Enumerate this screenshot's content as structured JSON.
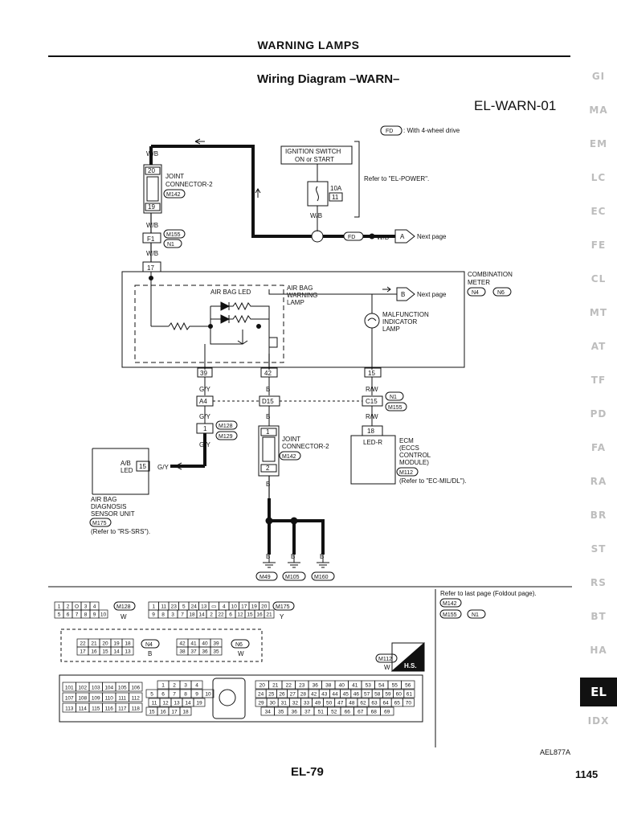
{
  "header": {
    "title": "WARNING LAMPS",
    "subtitle": "Wiring Diagram –WARN–",
    "code": "EL-WARN-01"
  },
  "legend": {
    "badge": "FD",
    "text": ": With 4-wheel drive"
  },
  "ignition": {
    "line1": "IGNITION SWITCH",
    "line2": "ON or START",
    "refer": "Refer to \"EL-POWER\".",
    "fuse_amp": "10A",
    "fuse_no": "11",
    "wire": "W/B"
  },
  "joint2_top": {
    "wire_in": "W/B",
    "pin_top": "20",
    "line1": "JOINT",
    "line2": "CONNECTOR-2",
    "conn": "M142",
    "pin_bottom": "19",
    "wire_out": "W/B"
  },
  "conn_f1": {
    "conn1": "M155",
    "pin": "F1",
    "conn2": "N1",
    "wire": "W/B"
  },
  "next_a": {
    "badge": "FD",
    "wire": "W/B",
    "letter": "A",
    "text": "Next page"
  },
  "meter": {
    "pin_in": "17",
    "title1": "COMBINATION",
    "title2": "METER",
    "conn1": "N4",
    "conn2": "N6",
    "led_label": "AIR BAG LED",
    "lamp1": "AIR BAG",
    "lamp2": "WARNING",
    "lamp3": "LAMP",
    "next_letter": "B",
    "next_text": "Next page",
    "mil1": "MALFUNCTION",
    "mil2": "INDICATOR",
    "mil3": "LAMP",
    "pin39": "39",
    "pin42": "42",
    "pin15": "15"
  },
  "mid": {
    "w_gy": "G/Y",
    "w_b": "B",
    "w_rw": "R/W",
    "a4": "A4",
    "d15": "D15",
    "c15": "C15",
    "n1": "N1",
    "m155": "M155",
    "pin1": "1",
    "m128": "M128",
    "m129": "M129",
    "pin18": "18",
    "ledr": "LED-R"
  },
  "joint2_low": {
    "pin_top": "1",
    "line1": "JOINT",
    "line2": "CONNECTOR-2",
    "conn": "M142",
    "pin_bottom": "2",
    "wire": "B"
  },
  "ecm": {
    "l1": "ECM",
    "l2": "(ECCS",
    "l3": "CONTROL",
    "l4": "MODULE)",
    "conn": "M112",
    "refer": "(Refer to \"EC-MIL/DL\")."
  },
  "airbag": {
    "led1": "A/B",
    "led2": "LED",
    "pin": "15",
    "wire": "G/Y",
    "l1": "AIR BAG",
    "l2": "DIAGNOSIS",
    "l3": "SENSOR UNIT",
    "conn": "M175",
    "refer": "(Refer to \"RS-SRS\")."
  },
  "grounds": {
    "wire": "B",
    "g1": "M49",
    "g2": "M105",
    "g3": "M160"
  },
  "connectors": {
    "refer_note": "Refer to last page (Foldout page).",
    "m142": "M142",
    "m155": "M155",
    "n1": "N1",
    "m128": "M128",
    "m128_color": "W",
    "m175": "M175",
    "m175_color": "Y",
    "n4": "N4",
    "n4_color": "B",
    "n6": "N6",
    "n6_color": "W",
    "m112": "M112",
    "m112_color": "W",
    "hs": "H.S.",
    "m128_top": [
      "1",
      "2",
      "O",
      "3",
      "4"
    ],
    "m128_bot": [
      "5",
      "6",
      "7",
      "8",
      "9",
      "10"
    ],
    "m175_top": [
      "1",
      "11",
      "23",
      "5",
      "24",
      "13",
      "▭",
      "4",
      "10",
      "17",
      "19",
      "20"
    ],
    "m175_bot": [
      "9",
      "8",
      "3",
      "7",
      "18",
      "14",
      "2",
      "22",
      "6",
      "12",
      "15",
      "16",
      "21"
    ],
    "n4_top": [
      "22",
      "21",
      "20",
      "19",
      "18"
    ],
    "n4_bot": [
      "17",
      "16",
      "15",
      "14",
      "13"
    ],
    "n6_top": [
      "42",
      "41",
      "40",
      "39"
    ],
    "n6_bot": [
      "38",
      "37",
      "36",
      "35"
    ],
    "ecm_l1": [
      "101",
      "102",
      "103",
      "104",
      "105",
      "106"
    ],
    "ecm_l2": [
      "107",
      "108",
      "109",
      "110",
      "111",
      "112"
    ],
    "ecm_l3": [
      "113",
      "114",
      "115",
      "116",
      "117",
      "118"
    ],
    "ecm_m1": [
      "1",
      "2",
      "3",
      "4"
    ],
    "ecm_m2": [
      "5",
      "6",
      "7",
      "8",
      "9",
      "10"
    ],
    "ecm_m3": [
      "11",
      "12",
      "13",
      "14",
      "19"
    ],
    "ecm_m4": [
      "15",
      "16",
      "17",
      "18"
    ],
    "ecm_r1": [
      "20",
      "21",
      "22",
      "23",
      "36",
      "38",
      "40",
      "41",
      "53",
      "54",
      "55",
      "56"
    ],
    "ecm_r2": [
      "24",
      "25",
      "26",
      "27",
      "28",
      "42",
      "43",
      "44",
      "45",
      "46",
      "57",
      "58",
      "59",
      "60",
      "61"
    ],
    "ecm_r3": [
      "29",
      "30",
      "31",
      "32",
      "33",
      "49",
      "50",
      "47",
      "48",
      "62",
      "63",
      "64",
      "65",
      "70"
    ],
    "ecm_r4": [
      "34",
      "35",
      "36",
      "37",
      "51",
      "52",
      "66",
      "67",
      "68",
      "69"
    ]
  },
  "sidebar": [
    "GI",
    "MA",
    "EM",
    "LC",
    "EC",
    "FE",
    "CL",
    "MT",
    "AT",
    "TF",
    "PD",
    "FA",
    "RA",
    "BR",
    "ST",
    "RS",
    "BT",
    "HA",
    "EL",
    "IDX"
  ],
  "footer": {
    "ref": "AEL877A",
    "page": "EL-79",
    "number": "1145"
  }
}
